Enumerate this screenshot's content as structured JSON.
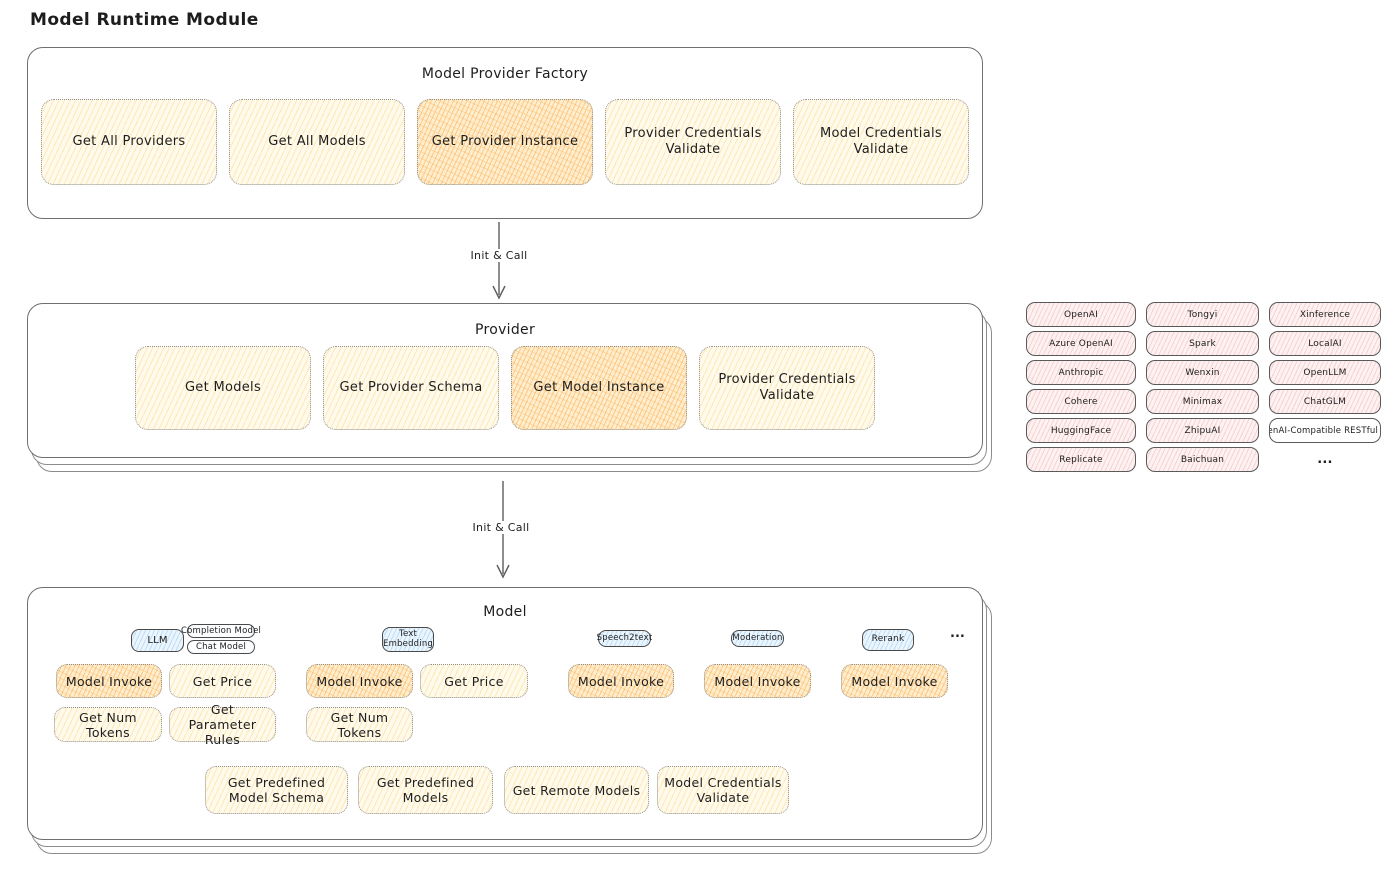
{
  "page_title": "Model Runtime Module",
  "arrows": {
    "init_call": "Init & Call"
  },
  "colors": {
    "yellow_fill": "#fffaec",
    "yellow_hatch": "#f4cc60",
    "orange_fill": "#ffeecd",
    "orange_hatch": "#f8a038",
    "blue_fill": "#ebf5fd",
    "blue_hatch": "#6eafe1",
    "pink_fill": "#fdf1f1",
    "pink_hatch": "#e48c8c",
    "box_border": "#6f6f6f",
    "text": "#1e1e1e"
  },
  "factory": {
    "title": "Model Provider Factory",
    "buttons": [
      {
        "label": "Get All Providers",
        "highlighted": false
      },
      {
        "label": "Get All Models",
        "highlighted": false
      },
      {
        "label": "Get Provider Instance",
        "highlighted": true
      },
      {
        "label": "Provider Credentials Validate",
        "highlighted": false
      },
      {
        "label": "Model Credentials Validate",
        "highlighted": false
      }
    ]
  },
  "provider": {
    "title": "Provider",
    "buttons": [
      {
        "label": "Get Models",
        "highlighted": false
      },
      {
        "label": "Get Provider Schema",
        "highlighted": false
      },
      {
        "label": "Get Model Instance",
        "highlighted": true
      },
      {
        "label": "Provider Credentials Validate",
        "highlighted": false
      }
    ]
  },
  "provider_list": {
    "rows": [
      [
        "OpenAI",
        "Tongyi",
        "Xinference"
      ],
      [
        "Azure OpenAI",
        "Spark",
        "LocalAI"
      ],
      [
        "Anthropic",
        "Wenxin",
        "OpenLLM"
      ],
      [
        "Cohere",
        "Minimax",
        "ChatGLM"
      ],
      [
        "HuggingFace",
        "ZhipuAI",
        "OpenAI-Compatible RESTful API"
      ],
      [
        "Replicate",
        "Baichuan",
        "..."
      ]
    ]
  },
  "model": {
    "title": "Model",
    "ellipsis": "...",
    "tabs": {
      "llm": "LLM",
      "completion_model": "Completion Model",
      "chat_model": "Chat Model",
      "text_embedding": "Text Embedding",
      "speech2text": "Speech2text",
      "moderation": "Moderation",
      "rerank": "Rerank"
    },
    "llm_buttons": [
      {
        "label": "Model Invoke",
        "highlighted": true
      },
      {
        "label": "Get Price",
        "highlighted": false
      },
      {
        "label": "Get Num Tokens",
        "highlighted": false
      },
      {
        "label": "Get Parameter Rules",
        "highlighted": false
      }
    ],
    "text_embedding_buttons": [
      {
        "label": "Model Invoke",
        "highlighted": true
      },
      {
        "label": "Get Price",
        "highlighted": false
      },
      {
        "label": "Get Num Tokens",
        "highlighted": false
      }
    ],
    "speech2text_buttons": [
      {
        "label": "Model Invoke",
        "highlighted": true
      }
    ],
    "moderation_buttons": [
      {
        "label": "Model Invoke",
        "highlighted": true
      }
    ],
    "rerank_buttons": [
      {
        "label": "Model Invoke",
        "highlighted": true
      }
    ],
    "shared_buttons": [
      {
        "label": "Get Predefined Model Schema"
      },
      {
        "label": "Get Predefined Models"
      },
      {
        "label": "Get Remote Models"
      },
      {
        "label": "Model Credentials Validate"
      }
    ]
  }
}
